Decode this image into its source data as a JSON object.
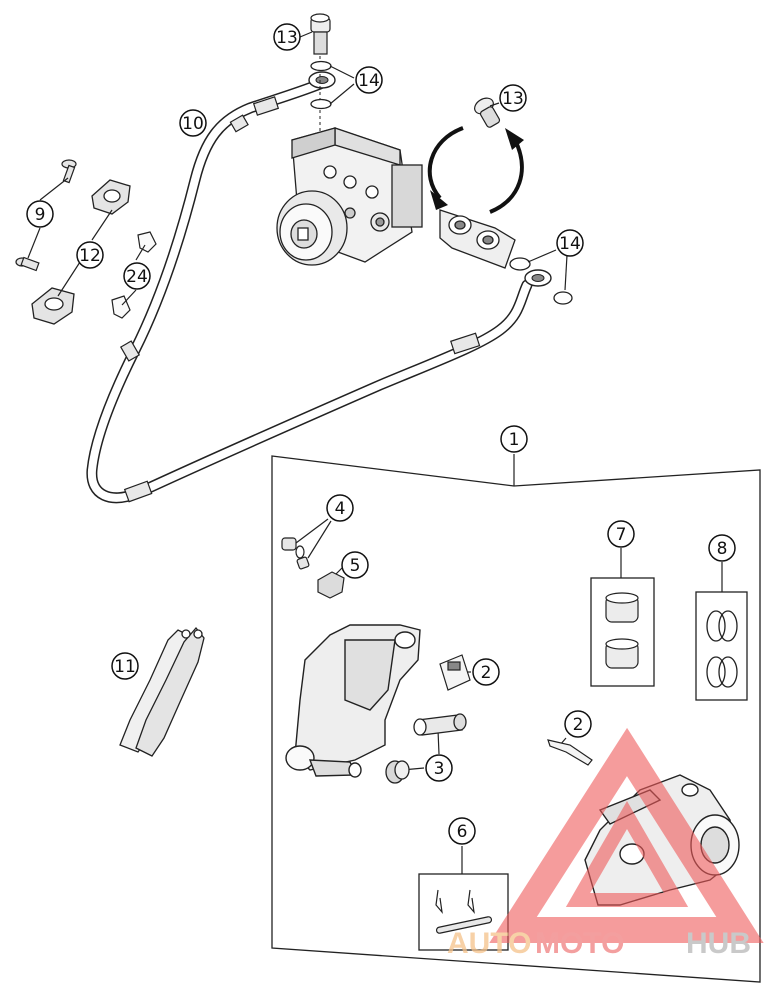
{
  "diagram": {
    "callouts": {
      "c1": "1",
      "c2a": "2",
      "c2b": "2",
      "c3": "3",
      "c4": "4",
      "c5": "5",
      "c6": "6",
      "c7": "7",
      "c8": "8",
      "c9": "9",
      "c10": "10",
      "c11": "11",
      "c12": "12",
      "c13a": "13",
      "c13b": "13",
      "c14a": "14",
      "c14b": "14",
      "c24": "24"
    }
  },
  "watermark": {
    "part1": "AUTO",
    "part2": "MOTO",
    "part3": "HUB",
    "colors": {
      "auto": "#f5c28a",
      "moto": "#f08080",
      "hub": "#b8b8b8",
      "triangle": "#ee5a5a"
    }
  },
  "colors": {
    "line": "#222222",
    "part": "#dcdcdc",
    "part_dark": "#a9a9a9",
    "background": "#ffffff"
  }
}
